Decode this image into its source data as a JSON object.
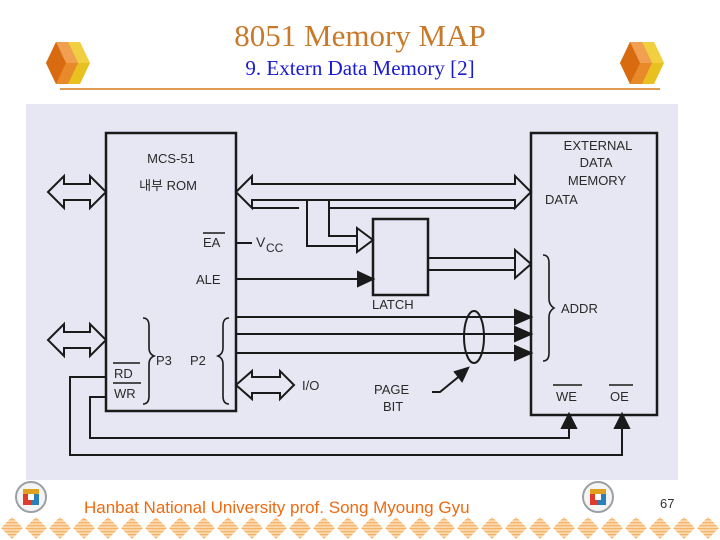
{
  "header": {
    "title": "8051 Memory MAP",
    "subtitle": "9. Extern Data Memory [2]"
  },
  "diagram": {
    "mcs51": {
      "title_line1": "MCS-51",
      "title_line2": "내부 ROM",
      "pin_ea": "EA",
      "vcc_label": "V",
      "vcc_sub": "CC",
      "pin_ale": "ALE",
      "port_p3": "P3",
      "port_p2": "P2",
      "pin_rd": "RD",
      "pin_wr": "WR"
    },
    "latch_label": "LATCH",
    "io_label": "I/O",
    "page_bit_line1": "PAGE",
    "page_bit_line2": "BIT",
    "external": {
      "title_line1": "EXTERNAL",
      "title_line2": "DATA",
      "title_line3": "MEMORY",
      "data_label": "DATA",
      "addr_label": "ADDR",
      "pin_we": "WE",
      "pin_oe": "OE"
    }
  },
  "footer": {
    "credit": "Hanbat National University prof. Song Myoung Gyu",
    "page_number": "67"
  },
  "colors": {
    "title": "#c87a2a",
    "subtitle": "#1a1ad0",
    "footer_text": "#ee6a10",
    "figure_bg": "#e6e7f3",
    "rule": "#e39a55"
  }
}
